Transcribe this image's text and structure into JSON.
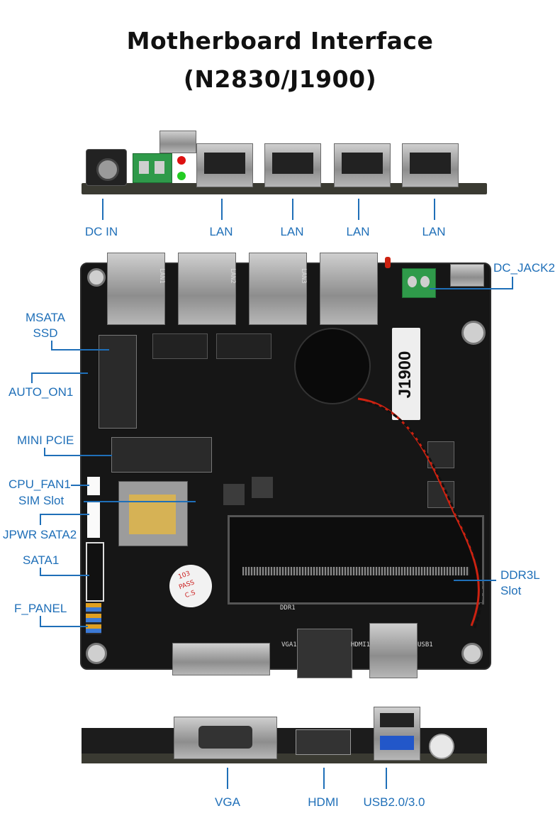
{
  "title": {
    "line1": "Motherboard Interface",
    "line2": "(N2830/J1900)"
  },
  "top_labels": {
    "dc_in": "DC IN",
    "lan1": "LAN",
    "lan2": "LAN",
    "lan3": "LAN",
    "lan4": "LAN"
  },
  "side_labels": {
    "msata_line1": "MSATA",
    "msata_line2": "SSD",
    "auto_on": "AUTO_ON1",
    "mini_pcie": "MINI PCIE",
    "cpu_fan": "CPU_FAN1",
    "sim_slot": "SIM Slot",
    "jpwr_sata2": "JPWR SATA2",
    "sata1": "SATA1",
    "f_panel": "F_PANEL",
    "dc_jack2": "DC_JACK2",
    "ddr3l_line1": "DDR3L",
    "ddr3l_line2": "Slot"
  },
  "bottom_labels": {
    "vga": "VGA",
    "hdmi": "HDMI",
    "usb": "USB2.0/3.0"
  },
  "pcb_text": {
    "chip": "J1900",
    "silk_lan1": "LAN1",
    "silk_lan2": "LAN2",
    "silk_lan3": "LAN3",
    "silk_ddr": "DDR1",
    "silk_vga": "VGA1",
    "silk_hdmi": "HDMI1",
    "silk_usb": "USB1",
    "sticker_line1": "103",
    "sticker_line2": "PASS",
    "sticker_line3": "C.S"
  },
  "colors": {
    "label_blue": "#1f6fb8",
    "pcb": "#161616",
    "terminal_green": "#2f9a4a"
  }
}
